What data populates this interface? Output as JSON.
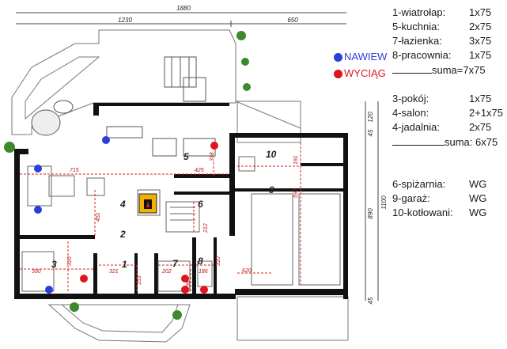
{
  "dimensions": {
    "total_width": "1880",
    "left_width": "1230",
    "right_width": "650",
    "total_depth": "1100",
    "depth_inner": "890",
    "depth_top_a": "45",
    "depth_top_b": "120",
    "depth_bottom": "45"
  },
  "vent_key": {
    "supply_label": "NAWIEW",
    "exhaust_label": "WYCIĄG",
    "supply_color": "#2a3fd6",
    "exhaust_color": "#e0141e"
  },
  "rooms": [
    {
      "number": "1"
    },
    {
      "number": "2"
    },
    {
      "number": "3"
    },
    {
      "number": "4"
    },
    {
      "number": "5"
    },
    {
      "number": "6"
    },
    {
      "number": "7"
    },
    {
      "number": "8"
    },
    {
      "number": "9"
    },
    {
      "number": "10"
    }
  ],
  "plan_measures": [
    "715",
    "425",
    "318",
    "191",
    "597",
    "212",
    "451",
    "310",
    "390",
    "321",
    "153",
    "202",
    "198",
    "186",
    "310",
    "620"
  ],
  "legend": {
    "group_exhaust": [
      {
        "name": "1-wiatrołap:",
        "value": "1x75"
      },
      {
        "name": "5-kuchnia:",
        "value": "2x75"
      },
      {
        "name": "7-łazienka:",
        "value": "3x75"
      },
      {
        "name": "8-pracownia:",
        "value": "1x75"
      }
    ],
    "sum_exhaust": "suma=7x75",
    "group_supply": [
      {
        "name": "3-pokój:",
        "value": "1x75"
      },
      {
        "name": "4-salon:",
        "value": "2+1x75"
      },
      {
        "name": "4-jadalnia:",
        "value": "2x75"
      }
    ],
    "sum_supply": "suma: 6x75",
    "group_gravity": [
      {
        "name": "6-spiżarnia:",
        "value": "WG"
      },
      {
        "name": "9-garaż:",
        "value": "WG"
      },
      {
        "name": "10-kotłowani:",
        "value": "WG"
      }
    ]
  }
}
